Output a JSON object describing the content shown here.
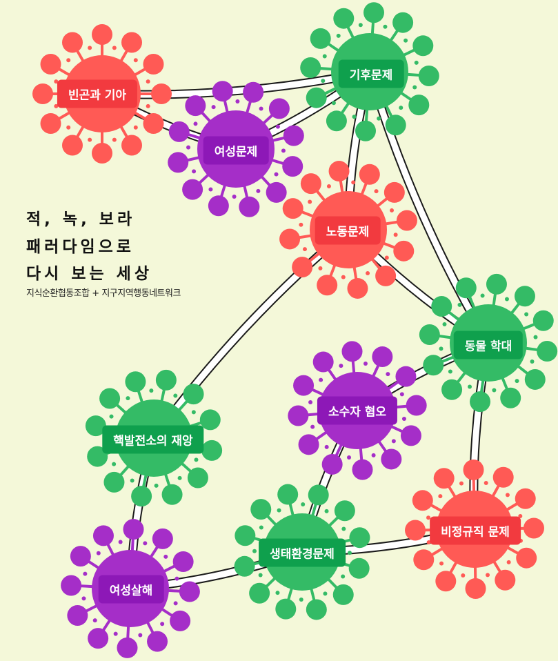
{
  "title_lines": [
    "적, 녹, 보라",
    "패러다임으로",
    "다시 보는 세상"
  ],
  "credit": "지식순환협동조합 + 지구지역행동네트워크",
  "colors": {
    "background": "#f4f8d9",
    "red": "#ff5a55",
    "red_label": "#f23a3f",
    "green": "#34bb66",
    "green_label": "#0fa04d",
    "purple": "#a52ec8",
    "purple_label": "#8d18b7"
  },
  "nodes": [
    {
      "id": "poverty",
      "label": "빈곤과 기아",
      "color": "red"
    },
    {
      "id": "women-issue",
      "label": "여성문제",
      "color": "purple"
    },
    {
      "id": "climate",
      "label": "기후문제",
      "color": "green"
    },
    {
      "id": "labor",
      "label": "노동문제",
      "color": "red"
    },
    {
      "id": "animal-abuse",
      "label": "동물 학대",
      "color": "green"
    },
    {
      "id": "minority-hate",
      "label": "소수자 혐오",
      "color": "purple"
    },
    {
      "id": "nuclear-disaster",
      "label": "핵발전소의 재앙",
      "color": "green"
    },
    {
      "id": "irregular-work",
      "label": "비정규직 문제",
      "color": "red"
    },
    {
      "id": "ecosystem-destruction",
      "label": "생태환경문제",
      "color": "green"
    },
    {
      "id": "femicide",
      "label": "여성살해",
      "color": "purple"
    }
  ],
  "links": [
    [
      "poverty",
      "climate"
    ],
    [
      "poverty",
      "women-issue"
    ],
    [
      "women-issue",
      "climate"
    ],
    [
      "climate",
      "labor"
    ],
    [
      "climate",
      "animal-abuse"
    ],
    [
      "labor",
      "animal-abuse"
    ],
    [
      "labor",
      "nuclear-disaster"
    ],
    [
      "animal-abuse",
      "minority-hate"
    ],
    [
      "animal-abuse",
      "irregular-work"
    ],
    [
      "minority-hate",
      "ecosystem-destruction"
    ],
    [
      "nuclear-disaster",
      "femicide"
    ],
    [
      "femicide",
      "ecosystem-destruction"
    ],
    [
      "ecosystem-destruction",
      "irregular-work"
    ]
  ]
}
